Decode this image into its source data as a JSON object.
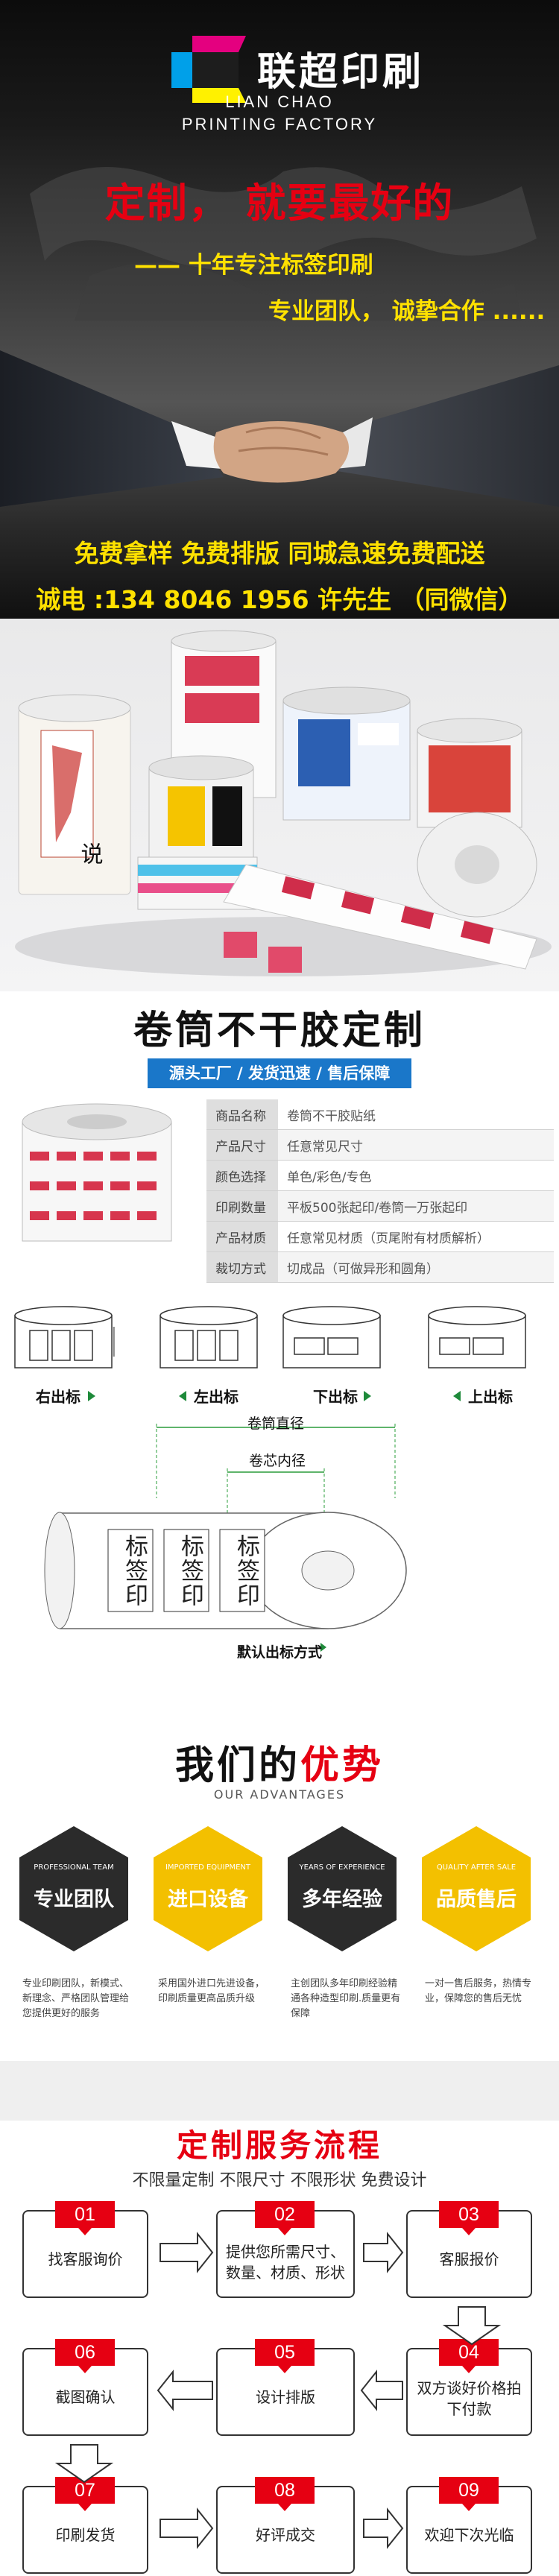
{
  "brand": {
    "name_cn": "联超印刷",
    "name_en_line1": "LIAN CHAO",
    "name_en_line2": "PRINTING FACTORY"
  },
  "hero": {
    "headline": "定制， 就要最好的",
    "sub1": "—— 十年专注标签印刷",
    "sub2": "专业团队， 诚挚合作 ......",
    "free_line": "免费拿样  免费排版  同城急速免费配送",
    "phone_line": "诚电 :134 8046 1956 许先生  （同微信）"
  },
  "roll": {
    "title": "卷筒不干胶定制",
    "banner": "源头工厂 / 发货迅速 / 售后保障",
    "specs": [
      {
        "key": "商品名称",
        "value": "卷筒不干胶贴纸"
      },
      {
        "key": "产品尺寸",
        "value": "任意常见尺寸"
      },
      {
        "key": "颜色选择",
        "value": "单色/彩色/专色"
      },
      {
        "key": "印刷数量",
        "value": "平板500张起印/卷筒一万张起印"
      },
      {
        "key": "产品材质",
        "value": "任意常见材质（页尾附有材质解析）"
      },
      {
        "key": "裁切方式",
        "value": "切成品（可做异形和圆角）"
      }
    ],
    "directions": [
      "右出标",
      "左出标",
      "下出标",
      "上出标"
    ],
    "label_text": "标签印",
    "roll_diameter": "卷筒直径",
    "core_diameter": "卷芯内径",
    "default_direction": "默认出标方式"
  },
  "advantages": {
    "title_black": "我们的",
    "title_red": "优势",
    "subtitle": "OUR ADVANTAGES",
    "items": [
      {
        "en": "PROFESSIONAL TEAM",
        "cn": "专业团队",
        "desc": "专业印刷团队，新模式、新理念、严格团队管理给您提供更好的服务",
        "color": "#2b2b2b"
      },
      {
        "en": "IMPORTED EQUIPMENT",
        "cn": "进口设备",
        "desc": "采用国外进口先进设备，印刷质量更高品质升级",
        "color": "#f3c000"
      },
      {
        "en": "YEARS OF EXPERIENCE",
        "cn": "多年经验",
        "desc": "主创团队多年印刷经验精通各种造型印刷.质量更有保障",
        "color": "#2b2b2b"
      },
      {
        "en": "QUALITY AFTER SALE",
        "cn": "品质售后",
        "desc": "一对一售后服务，热情专业，保障您的售后无忧",
        "color": "#f3c000"
      }
    ]
  },
  "process": {
    "title": "定制服务流程",
    "subtitle": "不限量定制 不限尺寸 不限形状 免费设计",
    "steps": [
      {
        "num": "01",
        "text": "找客服询价"
      },
      {
        "num": "02",
        "text": "提供您所需尺寸、数量、材质、形状"
      },
      {
        "num": "03",
        "text": "客服报价"
      },
      {
        "num": "04",
        "text": "双方谈好价格拍下付款"
      },
      {
        "num": "05",
        "text": "设计排版"
      },
      {
        "num": "06",
        "text": "截图确认"
      },
      {
        "num": "07",
        "text": "印刷发货"
      },
      {
        "num": "08",
        "text": "好评成交"
      },
      {
        "num": "09",
        "text": "欢迎下次光临"
      }
    ]
  }
}
